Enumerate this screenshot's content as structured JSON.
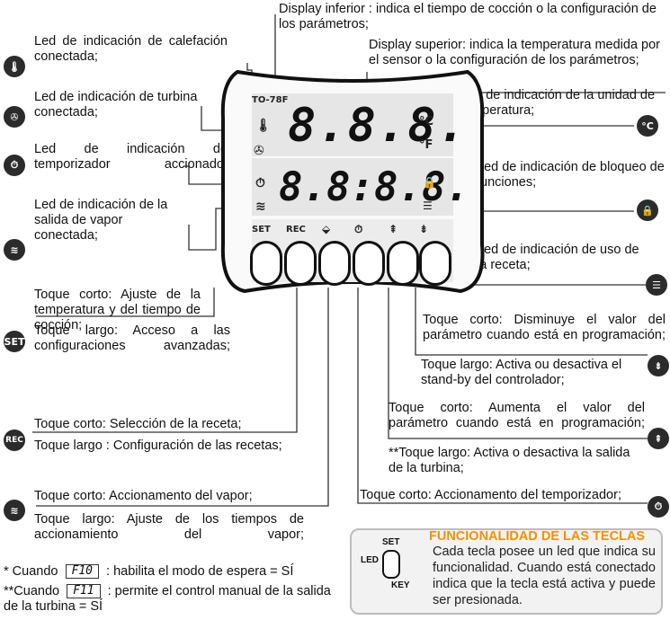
{
  "annotations": {
    "display_inferior": "Display inferior : indica el tiempo de cocción o la configuración de los parámetros;",
    "display_superior": "Display superior: indica la temperatura medida por el sensor o la configuración de los parámetros;",
    "led_calefaccion": "Led de indicación de calefación conectada;",
    "led_turbina": "Led de indicación de turbina conectada;",
    "led_temporizador": "Led de indicación de temporizador accionado;",
    "led_vapor": "Led de indicación de la salida de vapor conectada;",
    "led_unidad": "Led de indicación de la unidad de temperatura;",
    "led_bloqueo": "Led de indicación de bloqueo de funciones;",
    "led_receta": "Led de indicación de uso de la receta;",
    "set_corto": "Toque corto: Ajuste de la temperatura y del tiempo de cocción;",
    "set_largo": "Toque largo: Acceso a las configuraciones avanzadas;",
    "rec_corto": "Toque corto: Selección de la receta;",
    "rec_largo": "Toque largo : Configuración de las recetas;",
    "vapor_corto": "Toque corto: Accionamento del vapor;",
    "vapor_largo": "Toque largo: Ajuste de los tiempos de accionamiento del vapor;",
    "down_corto": "Toque corto: Disminuye el valor del parámetro cuando está en programación;",
    "down_largo": "Toque largo: Activa ou desactiva el stand-by del controlador;",
    "up_corto": "Toque corto: Aumenta el valor del parámetro cuando está en programación;",
    "up_largo": "**Toque largo: Activa o desactiva la salida de la turbina;",
    "timer_corto": "Toque corto: Accionamento del temporizador;"
  },
  "device": {
    "model": "TO-78F",
    "upper_display": "8.8.8.",
    "lower_display": "8.8:8.8.",
    "unit_c": "°C",
    "unit_f": "°F",
    "key_labels": [
      "SET",
      "REC",
      "⬙",
      "⏱",
      "⇞",
      "⇟"
    ]
  },
  "notes": {
    "note1_prefix": "* Cuando",
    "note1_code": "F10",
    "note1_suffix": ": habilita el modo de espera = SÍ",
    "note2_prefix": "**Cuando",
    "note2_code": "F11",
    "note2_suffix": ": permite el control manual de la salida de la turbina = SÍ"
  },
  "legend": {
    "title": "FUNCIONALIDAD DE LAS TECLAS",
    "set": "SET",
    "led": "LED",
    "key": "KEY",
    "text": "Cada tecla posee un led que indica su funcionalidad. Cuando está conectado indica que la tecla está activa y puede ser presionada."
  },
  "icons": {
    "set": "SET",
    "rec": "REC"
  },
  "colors": {
    "legend_title": "#f39200",
    "icon_bg": "#2b2b2b",
    "lines": "#333333"
  }
}
